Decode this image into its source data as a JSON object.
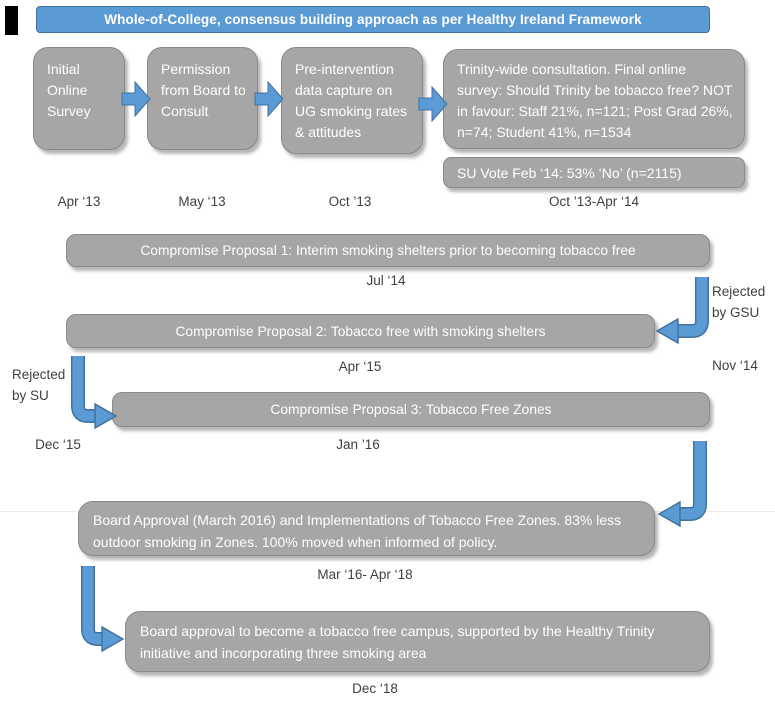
{
  "banner": {
    "title": "Whole-of-College, consensus building approach as per Healthy Ireland Framework"
  },
  "colors": {
    "accent_blue": "#5B9BD5",
    "accent_blue_border": "#41719C",
    "box_gray": "#A6A6A6",
    "box_gray_border": "#8A8A8A",
    "date_text": "#3F3F3F"
  },
  "icons": {
    "flow_arrow": "right-block-arrow",
    "elbow_down_left": "elbow-arrow-down-then-left",
    "elbow_down_right": "elbow-arrow-down-then-right"
  },
  "steps": [
    {
      "label": "Initial Online Survey",
      "date": "Apr ‘13"
    },
    {
      "label": "Permission from Board to Consult",
      "date": "May ‘13"
    },
    {
      "label": "Pre-intervention data capture on UG smoking rates & attitudes",
      "date": "Oct ’13"
    },
    {
      "label": "Trinity-wide consultation.  Final online survey: Should Trinity be tobacco free?  NOT in favour: Staff 21%, n=121; Post Grad 26%, n=74; Student 41%, n=1534",
      "date": "Oct ’13-Apr ‘14"
    }
  ],
  "su_vote": {
    "label": "SU Vote Feb ‘14: 53% ‘No’ (n=2115)"
  },
  "proposals": [
    {
      "label": "Compromise Proposal 1: Interim smoking shelters prior to becoming tobacco free",
      "date": "Jul ‘14"
    },
    {
      "label": "Compromise Proposal 2: Tobacco free with smoking shelters",
      "date": "Apr ‘15"
    },
    {
      "label": "Compromise Proposal 3: Tobacco Free Zones",
      "date": "Jan ’16"
    }
  ],
  "rejections": [
    {
      "label": "Rejected by GSU",
      "date": "Nov ‘14"
    },
    {
      "label": "Rejected by SU",
      "date": "Dec ‘15"
    }
  ],
  "board_approval": {
    "label": "Board Approval (March 2016) and Implementations of Tobacco Free Zones.  83% less outdoor smoking in Zones.   100% moved when informed of policy.",
    "date": "Mar ‘16- Apr ‘18"
  },
  "final_approval": {
    "label": "Board approval to become a tobacco free campus, supported by the Healthy Trinity initiative and incorporating three smoking area",
    "date": "Dec ‘18"
  }
}
